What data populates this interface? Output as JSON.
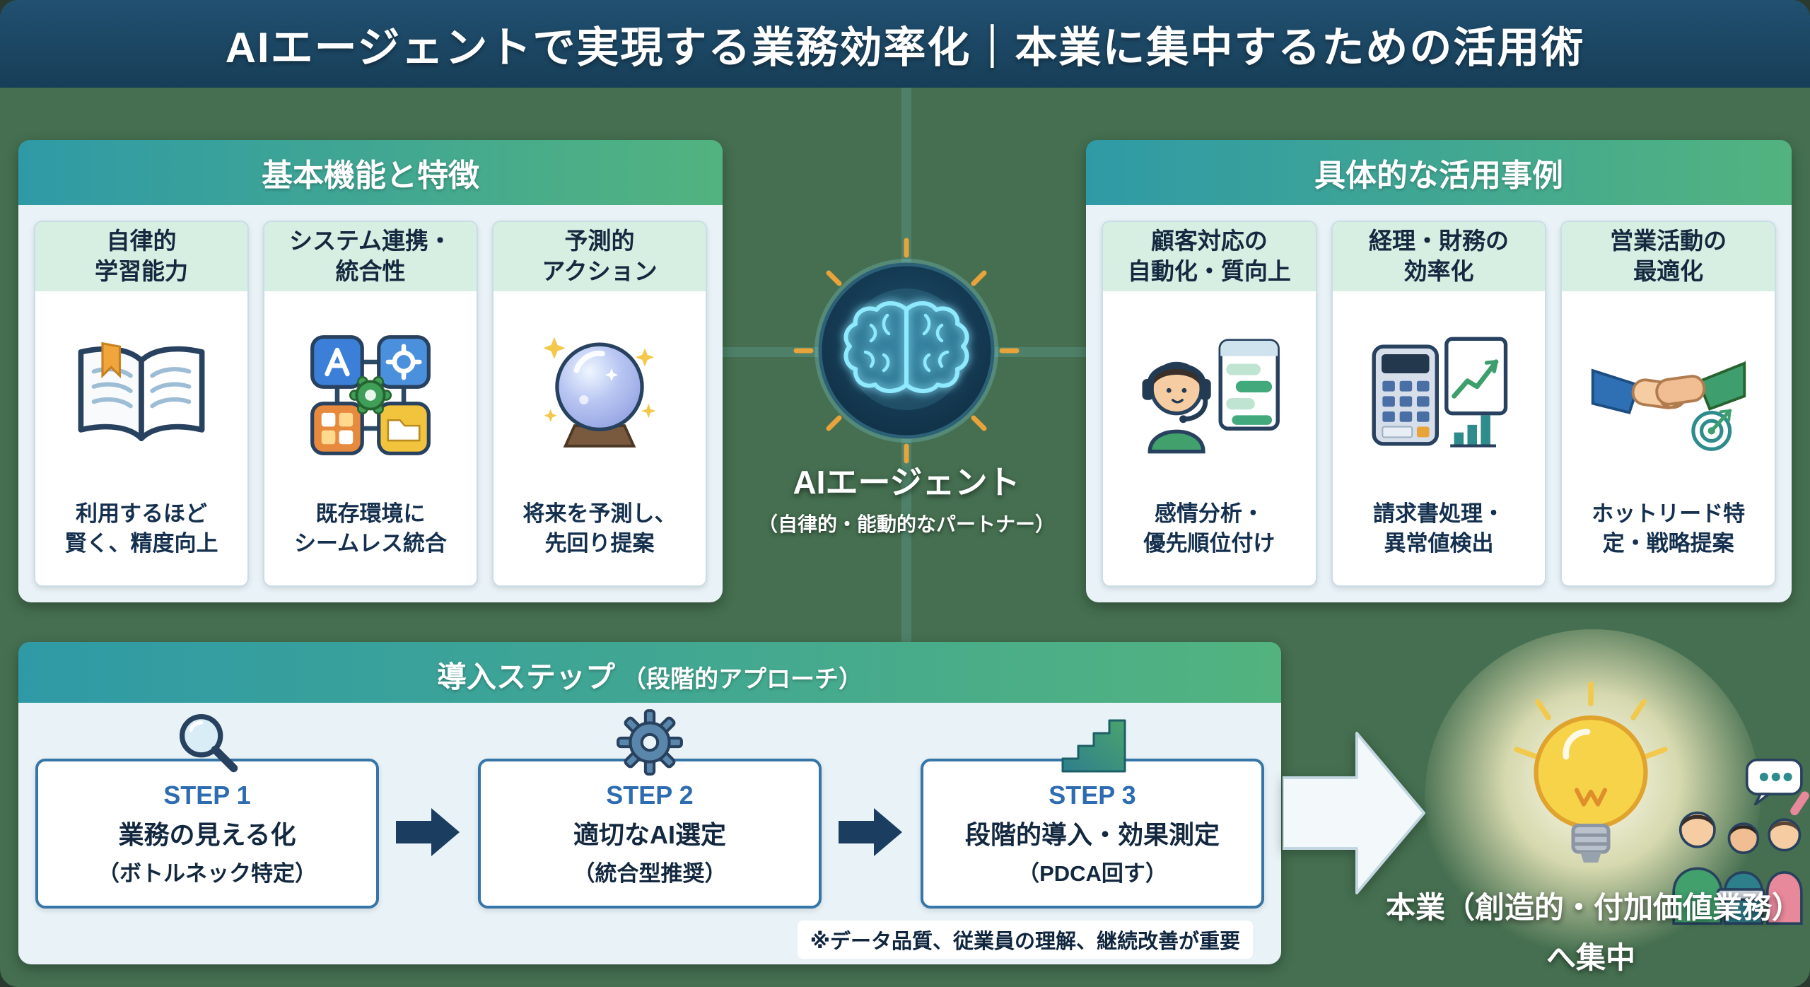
{
  "colors": {
    "background_green": "#456f50",
    "banner_navy": "#1d4a66",
    "panel_bg": "#e9f3f7",
    "header_gradient_start": "#2f9aa6",
    "header_gradient_end": "#52b37f",
    "card_title_bg": "#d7efe2",
    "text_navy": "#14304e",
    "step_border_blue": "#3575a8",
    "step_label_blue": "#2d6cb0",
    "arrow_navy": "#1b3d5f",
    "bulb_yellow": "#f7d34a",
    "brain_cyan": "#8feaff",
    "ray_orange": "#e8a33b"
  },
  "banner": {
    "title": "AIエージェントで実現する業務効率化｜本業に集中するための活用術"
  },
  "features": {
    "title": "基本機能と特徴",
    "cards": [
      {
        "title": "自律的\n学習能力",
        "icon": "open-book-icon",
        "desc": "利用するほど\n賢く、精度向上"
      },
      {
        "title": "システム連携・\n統合性",
        "icon": "system-integration-icon",
        "desc": "既存環境に\nシームレス統合"
      },
      {
        "title": "予測的\nアクション",
        "icon": "crystal-ball-icon",
        "desc": "将来を予測し、\n先回り提案"
      }
    ]
  },
  "hub": {
    "icon": "glowing-brain-icon",
    "name": "AIエージェント",
    "subtitle": "（自律的・能動的なパートナー）"
  },
  "usecases": {
    "title": "具体的な活用事例",
    "cards": [
      {
        "title": "顧客対応の\n自動化・質向上",
        "icon": "customer-support-icon",
        "desc": "感情分析・\n優先順位付け"
      },
      {
        "title": "経理・財務の\n効率化",
        "icon": "calculator-chart-icon",
        "desc": "請求書処理・\n異常値検出"
      },
      {
        "title": "営業活動の\n最適化",
        "icon": "handshake-target-icon",
        "desc": "ホットリード特\n定・戦略提案"
      }
    ]
  },
  "steps": {
    "title": "導入ステップ",
    "subtitle": "（段階的アプローチ）",
    "items": [
      {
        "label": "STEP 1",
        "title": "業務の見える化",
        "subtitle": "（ボトルネック特定）",
        "icon": "magnifier-icon"
      },
      {
        "label": "STEP 2",
        "title": "適切なAI選定",
        "subtitle": "（統合型推奨）",
        "icon": "gear-icon"
      },
      {
        "label": "STEP 3",
        "title": "段階的導入・効果測定",
        "subtitle": "（PDCA回す）",
        "icon": "stairs-icon"
      }
    ],
    "note": "※データ品質、従業員の理解、継続改善が重要"
  },
  "outcome": {
    "icon": "lightbulb-icon",
    "line1": "本業（創造的・付加価値業務）",
    "line2": "へ集中"
  }
}
